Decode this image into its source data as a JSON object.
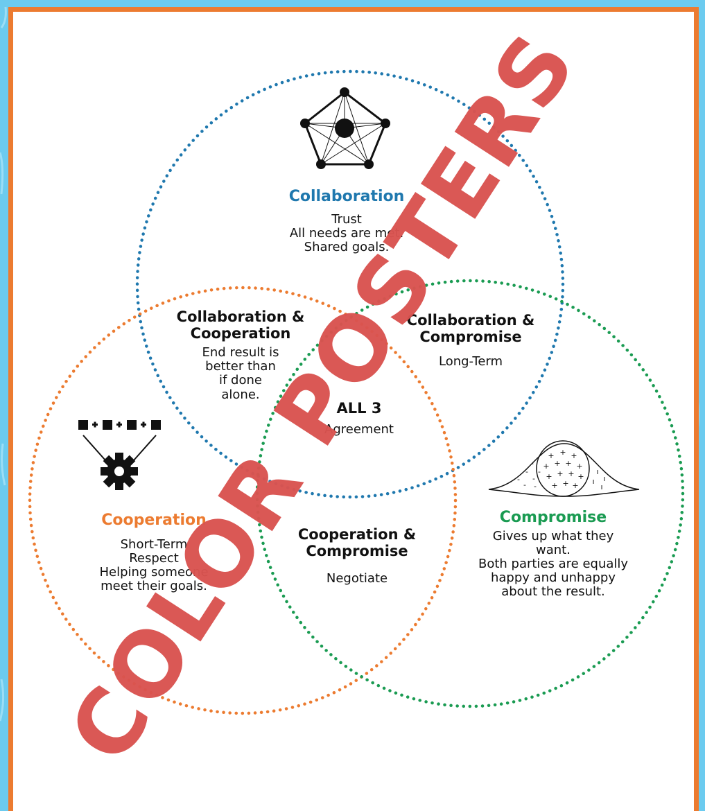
{
  "colors": {
    "background": "#6ccbef",
    "border": "#ec7b30",
    "collaboration": "#1f78ae",
    "cooperation": "#ec7b30",
    "compromise": "#1a9b52",
    "watermark": "#d9534f"
  },
  "collaboration": {
    "title": "Collaboration",
    "lines": [
      "Trust",
      "All needs are met.",
      "Shared goals."
    ],
    "icon": "pentagon-network-icon"
  },
  "cooperation": {
    "title": "Cooperation",
    "lines": [
      "Short-Term",
      "Respect",
      "Helping someone",
      "meet their goals."
    ],
    "icon": "gear-blocks-icon"
  },
  "compromise": {
    "title": "Compromise",
    "lines": [
      "Gives up what they",
      "want.",
      "Both parties are equally",
      "happy and unhappy",
      "about the result."
    ],
    "icon": "eye-plus-minus-icon"
  },
  "collab_coop": {
    "title_lines": [
      "Collaboration &",
      "Cooperation"
    ],
    "lines": [
      "End result is",
      "better than",
      "if done",
      "alone."
    ]
  },
  "collab_comp": {
    "title_lines": [
      "Collaboration &",
      "Compromise"
    ],
    "lines": [
      "Long-Term"
    ]
  },
  "coop_comp": {
    "title_lines": [
      "Cooperation &",
      "Compromise"
    ],
    "lines": [
      "Negotiate"
    ]
  },
  "all3": {
    "title": "ALL 3",
    "lines": [
      "Agreement"
    ]
  },
  "watermark": "COLOR POSTERS"
}
